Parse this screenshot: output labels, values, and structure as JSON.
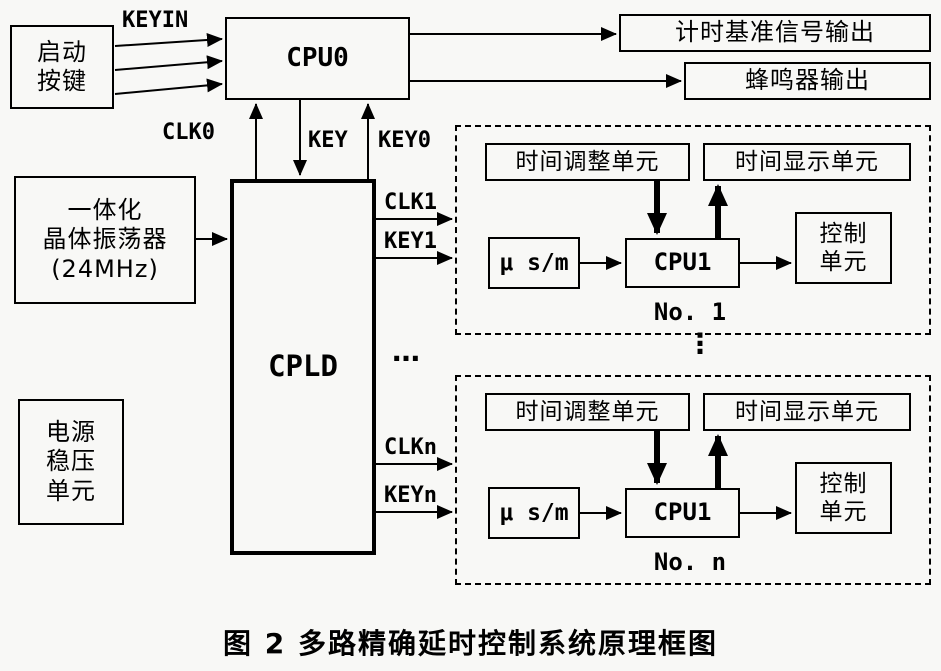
{
  "caption": "图 2  多路精确延时控制系统原理框图",
  "colors": {
    "ink": "#000000",
    "background": "#f8f8f6"
  },
  "blocks": {
    "start_button": "启动\n按键",
    "cpu0": "CPU0",
    "timing_ref_output": "计时基准信号输出",
    "buzzer_output": "蜂鸣器输出",
    "oscillator": "一体化\n晶体振荡器\n(24MHz)",
    "cpld": "CPLD",
    "power_regulator": "电源\n稳压\n单元"
  },
  "labels": {
    "keyin": "KEYIN",
    "clk0": "CLK0",
    "key": "KEY",
    "key0": "KEY0",
    "clk1": "CLK1",
    "key1": "KEY1",
    "clkn": "CLKn",
    "keyn": "KEYn",
    "dots_horizontal": "…",
    "dots_vertical": "⋮"
  },
  "channels": [
    {
      "time_adjust": "时间调整单元",
      "time_display": "时间显示单元",
      "usm": "μ s/m",
      "cpu1": "CPU1",
      "control_unit": "控制\n单元",
      "number": "No. 1"
    },
    {
      "time_adjust": "时间调整单元",
      "time_display": "时间显示单元",
      "usm": "μ s/m",
      "cpu1": "CPU1",
      "control_unit": "控制\n单元",
      "number": "No. n"
    }
  ]
}
